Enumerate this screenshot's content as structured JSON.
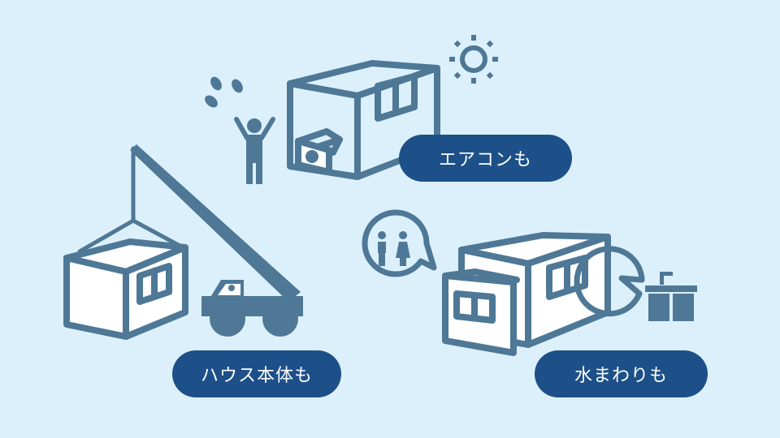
{
  "labels": {
    "aircon": "エアコンも",
    "house": "ハウス本体も",
    "water": "水まわりも"
  },
  "colors": {
    "background": "#dcf0fc",
    "stroke": "#4e7896",
    "pill": "#1d5088"
  }
}
